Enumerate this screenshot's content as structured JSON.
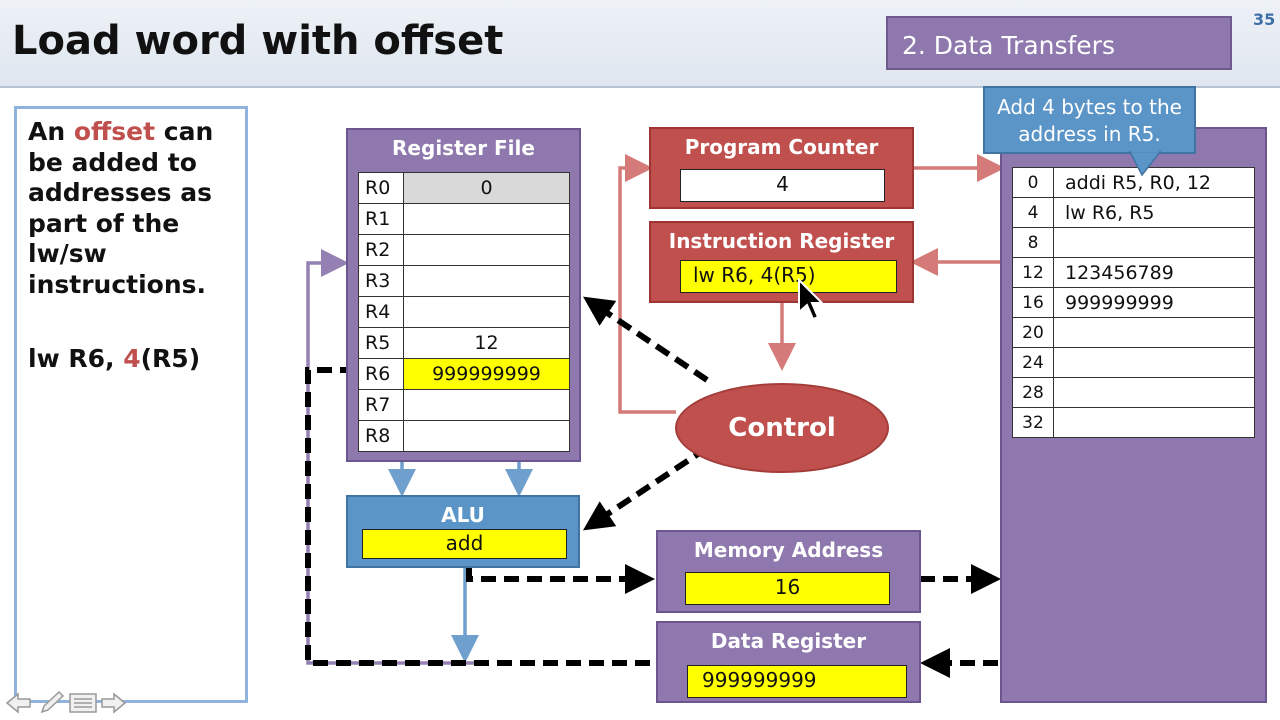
{
  "slide": {
    "title": "Load word with offset",
    "section": "2. Data Transfers",
    "number": "35"
  },
  "text_panel": {
    "intro_before": "An ",
    "highlight_word": "offset",
    "intro_after": " can be added to addresses as part of the lw/sw instructions.",
    "example_prefix": "lw R6, ",
    "example_offset": "4",
    "example_suffix": "(R5)"
  },
  "register_file": {
    "title": "Register File",
    "registers": [
      {
        "name": "R0",
        "value": "0"
      },
      {
        "name": "R1",
        "value": ""
      },
      {
        "name": "R2",
        "value": ""
      },
      {
        "name": "R3",
        "value": ""
      },
      {
        "name": "R4",
        "value": ""
      },
      {
        "name": "R5",
        "value": "12"
      },
      {
        "name": "R6",
        "value": "999999999"
      },
      {
        "name": "R7",
        "value": ""
      },
      {
        "name": "R8",
        "value": ""
      }
    ]
  },
  "alu": {
    "title": "ALU",
    "operation": "add"
  },
  "program_counter": {
    "title": "Program Counter",
    "value": "4"
  },
  "instruction_register": {
    "title": "Instruction Register",
    "value": "lw R6, 4(R5)"
  },
  "control": {
    "label": "Control"
  },
  "memory_address": {
    "title": "Memory Address",
    "value": "16"
  },
  "data_register": {
    "title": "Data Register",
    "value": "999999999"
  },
  "callout": {
    "text": "Add 4 bytes to the address in R5."
  },
  "memory": {
    "rows": [
      {
        "addr": "0",
        "value": "addi R5, R0, 12"
      },
      {
        "addr": "4",
        "value": "lw R6, R5"
      },
      {
        "addr": "8",
        "value": ""
      },
      {
        "addr": "12",
        "value": "123456789"
      },
      {
        "addr": "16",
        "value": "999999999"
      },
      {
        "addr": "20",
        "value": ""
      },
      {
        "addr": "24",
        "value": ""
      },
      {
        "addr": "28",
        "value": ""
      },
      {
        "addr": "32",
        "value": ""
      }
    ]
  },
  "colors": {
    "purple": "#8e78ae",
    "red": "#c0504d",
    "blue": "#5b95c8",
    "highlight": "#ffff00"
  }
}
